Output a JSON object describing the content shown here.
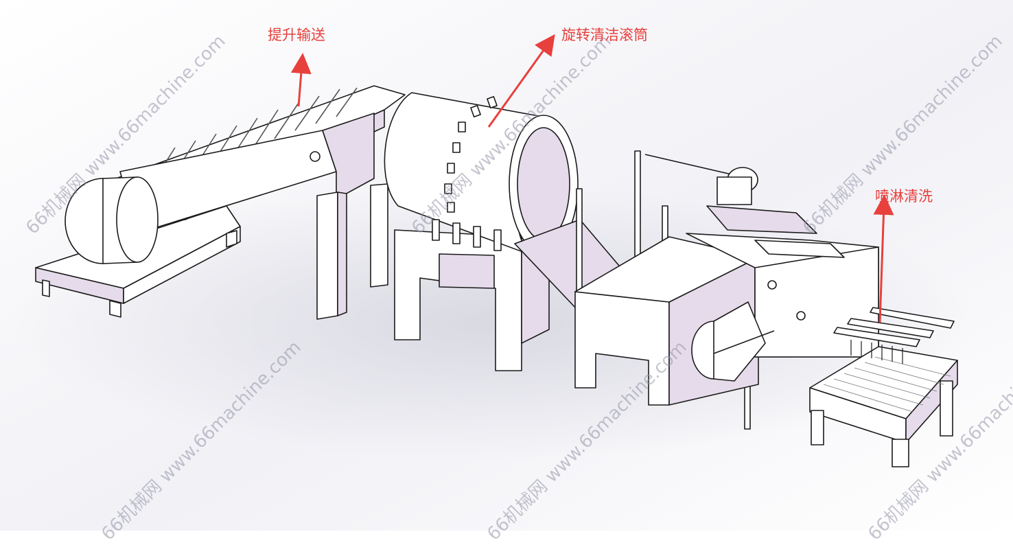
{
  "labels": {
    "lift_conveyor": "提升输送",
    "rotary_drum": "旋转清洁滚筒",
    "spray_wash": "喷淋清洗"
  },
  "watermark": "66机械网 www.66machine.com",
  "colors": {
    "line": "#1a1a1a",
    "fill": "#ffffff",
    "shade": "#e6dbea",
    "annotation": "#e8403c"
  }
}
